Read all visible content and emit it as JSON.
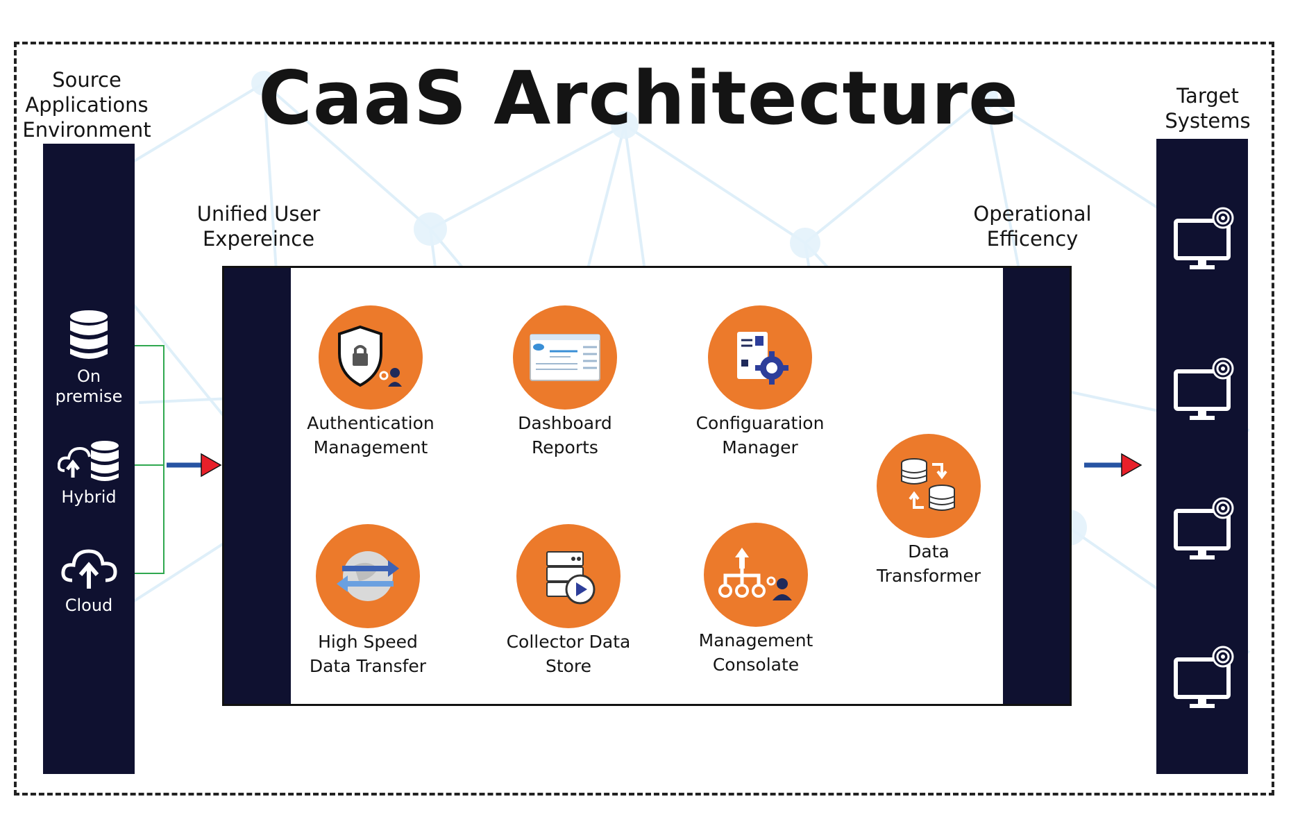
{
  "title": "CaaS Architecture",
  "labels": {
    "source": [
      "Source",
      "Applications",
      "Environment"
    ],
    "target": [
      "Target",
      "Systems"
    ],
    "unified": [
      "Unified User",
      "Expereince"
    ],
    "operational": [
      "Operational",
      "Efficency"
    ]
  },
  "sources": [
    {
      "label_lines": [
        "On",
        "premise"
      ],
      "icon": "database-icon"
    },
    {
      "label_lines": [
        "Hybrid"
      ],
      "icon": "cloud-database-icon"
    },
    {
      "label_lines": [
        "Cloud"
      ],
      "icon": "cloud-upload-icon"
    }
  ],
  "modules": [
    {
      "lines": [
        "Authentication",
        "Management"
      ],
      "icon": "shield-lock-icon"
    },
    {
      "lines": [
        "Dashboard",
        "Reports"
      ],
      "icon": "dashboard-icon"
    },
    {
      "lines": [
        "Configuaration",
        "Manager"
      ],
      "icon": "config-gear-icon"
    },
    {
      "lines": [
        "High Speed",
        "Data Transfer"
      ],
      "icon": "globe-transfer-icon"
    },
    {
      "lines": [
        "Collector Data",
        "Store"
      ],
      "icon": "server-play-icon"
    },
    {
      "lines": [
        "Management",
        "Consolate"
      ],
      "icon": "hierarchy-admin-icon"
    },
    {
      "lines": [
        "Data",
        "Transformer"
      ],
      "icon": "database-swap-icon"
    }
  ],
  "targets": [
    "monitor-icon",
    "monitor-icon",
    "monitor-icon",
    "monitor-icon"
  ],
  "colors": {
    "navy": "#0f1130",
    "orange": "#ec7a2b",
    "arrow_red": "#e8202a",
    "arrow_blue": "#2754a3",
    "bracket_green": "#2fa84f"
  }
}
